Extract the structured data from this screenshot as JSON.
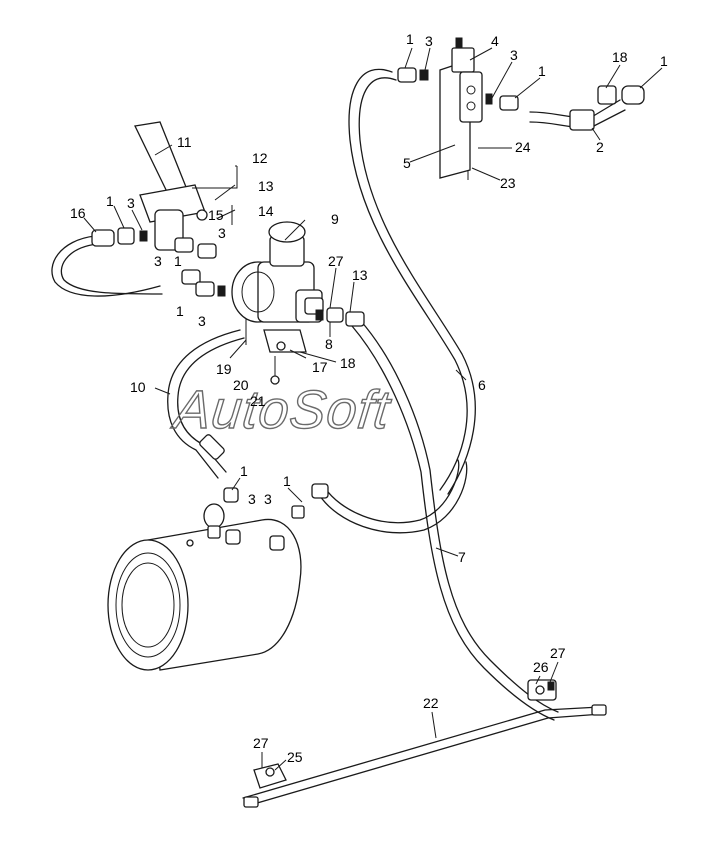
{
  "watermark": "AutoSoft",
  "labels": {
    "l1a": "1",
    "l3a": "3",
    "l4": "4",
    "l3b": "3",
    "l1b": "1",
    "l18a": "18",
    "l1c": "1",
    "l2": "2",
    "l24": "24",
    "l5": "5",
    "l23": "23",
    "l11": "11",
    "l12": "12",
    "l13a": "13",
    "l14": "14",
    "l15": "15",
    "l16": "16",
    "l1d": "1",
    "l3c": "3",
    "l3d": "3",
    "l3e": "3",
    "l1e": "1",
    "l1f": "1",
    "l3f": "3",
    "l9": "9",
    "l27a": "27",
    "l13b": "13",
    "l8": "8",
    "l19": "19",
    "l17": "17",
    "l18b": "18",
    "l20": "20",
    "l21": "21",
    "l10": "10",
    "l6": "6",
    "l1g": "1",
    "l1h": "1",
    "l3g": "3",
    "l3h": "3",
    "l7": "7",
    "l26": "26",
    "l27b": "27",
    "l22": "22",
    "l27c": "27",
    "l25": "25"
  }
}
